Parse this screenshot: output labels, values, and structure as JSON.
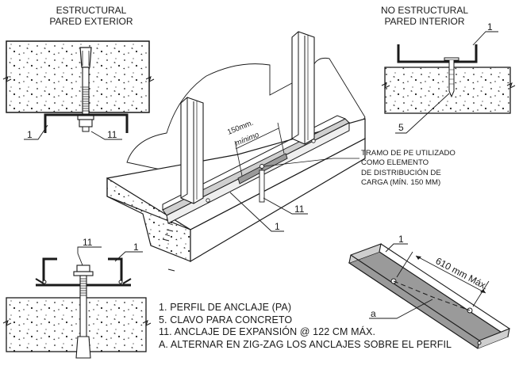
{
  "titles": {
    "left_line1": "ESTRUCTURAL",
    "left_line2": "PARED EXTERIOR",
    "right_line1": "NO ESTRUCTURAL",
    "right_line2": "PARED INTERIOR"
  },
  "callouts": {
    "profile": "1",
    "nail": "5",
    "anchor": "11",
    "alternate": "a"
  },
  "dimensions": {
    "min_len_1": "150mm.",
    "min_len_2": "mínimo",
    "max_spacing": "610 mm Máx."
  },
  "note": {
    "line1": "TRAMO DE PE UTILIZADO",
    "line2": "COMO ELEMENTO",
    "line3": "DE DISTRIBUCIÓN DE",
    "line4": "CARGA (MÍN. 150 MM)"
  },
  "legend": {
    "item1": "1. PERFIL DE ANCLAJE (PA)",
    "item5": "5. CLAVO PARA CONCRETO",
    "item11": "11. ANCLAJE DE EXPANSIÓN @ 122 CM MÁX.",
    "itemA": "A. ALTERNAR EN ZIG-ZAG LOS ANCLAJES SOBRE EL PERFIL"
  },
  "colors": {
    "ink": "#1a1a1a",
    "concrete_fill": "#ffffff",
    "steel_fill": "#cfcfcf",
    "steel_dark": "#9a9a9a"
  }
}
